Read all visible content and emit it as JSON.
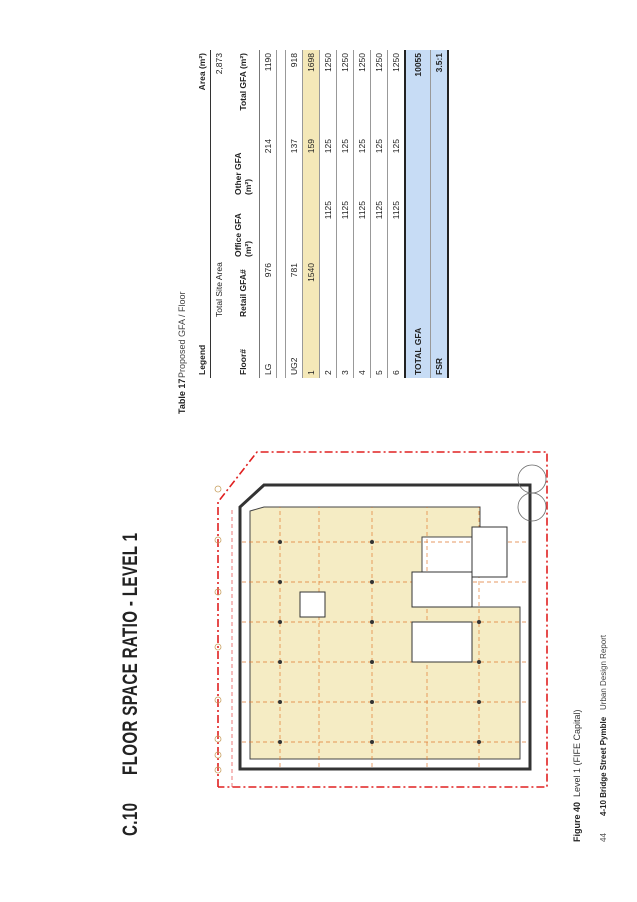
{
  "section": {
    "number": "C.10",
    "title": "FLOOR SPACE RATIO - LEVEL 1"
  },
  "figure": {
    "label": "Figure 40",
    "caption": "Level 1 (FIFE Capital)"
  },
  "footer": {
    "page": "44",
    "project": "4-10 Bridge Street Pymble",
    "doc": "Urban Design Report"
  },
  "table": {
    "label": "Table 17",
    "caption": "Proposed GFA / Floor",
    "legend_label": "Legend",
    "area_label": "Area (m²)",
    "site_area_label": "Total Site Area",
    "site_area_value": "2,873",
    "columns": [
      "Floor#",
      "Retail GFA#",
      "Office GFA (m²)",
      "Other GFA (m²)",
      "Total GFA (m²)"
    ],
    "rows": [
      {
        "floor": "LG",
        "retail": "976",
        "office": "",
        "other": "214",
        "total": "1190",
        "highlight": false
      },
      {
        "floor": "UG2",
        "retail": "781",
        "office": "",
        "other": "137",
        "total": "918",
        "highlight": false
      },
      {
        "floor": "1",
        "retail": "1540",
        "office": "",
        "other": "159",
        "total": "1698",
        "highlight": true
      },
      {
        "floor": "2",
        "retail": "",
        "office": "1125",
        "other": "125",
        "total": "1250",
        "highlight": false
      },
      {
        "floor": "3",
        "retail": "",
        "office": "1125",
        "other": "125",
        "total": "1250",
        "highlight": false
      },
      {
        "floor": "4",
        "retail": "",
        "office": "1125",
        "other": "125",
        "total": "1250",
        "highlight": false
      },
      {
        "floor": "5",
        "retail": "",
        "office": "1125",
        "other": "125",
        "total": "1250",
        "highlight": false
      },
      {
        "floor": "6",
        "retail": "",
        "office": "1125",
        "other": "125",
        "total": "1250",
        "highlight": false
      }
    ],
    "total": {
      "label": "TOTAL GFA",
      "value": "10055"
    },
    "fsr": {
      "label": "FSR",
      "value": "3.5:1"
    }
  },
  "colors": {
    "highlight": "#f4e8b8",
    "total_fill": "#c7dcf5",
    "floor_fill": "#f5ecc4",
    "site_boundary": "#e02020",
    "grid_lines": "#e07a30"
  }
}
